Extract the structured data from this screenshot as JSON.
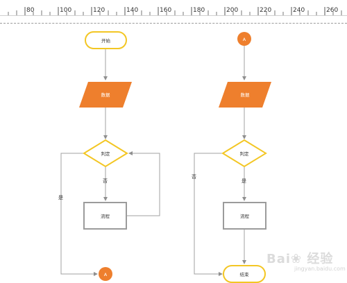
{
  "ruler": {
    "labels": [
      "80",
      "100",
      "120",
      "140",
      "160",
      "180",
      "200",
      "220",
      "240",
      "260"
    ]
  },
  "flow_left": {
    "start": "开始",
    "data": "数据",
    "decision": "判定",
    "process": "流程",
    "connector": "A",
    "edge_no": "否",
    "edge_yes": "是"
  },
  "flow_right": {
    "connector": "A",
    "data": "数据",
    "decision": "判定",
    "process": "流程",
    "end": "结束",
    "edge_yes": "是",
    "edge_no": "否"
  },
  "watermark": {
    "text": "Bai",
    "suffix": "经验",
    "sub": "jingyan.baidu.com"
  },
  "colors": {
    "orange": "#ee7f2d",
    "yellow": "#f3c623",
    "gray_line": "#a0a0a0",
    "process_border": "#9b9b9b"
  }
}
